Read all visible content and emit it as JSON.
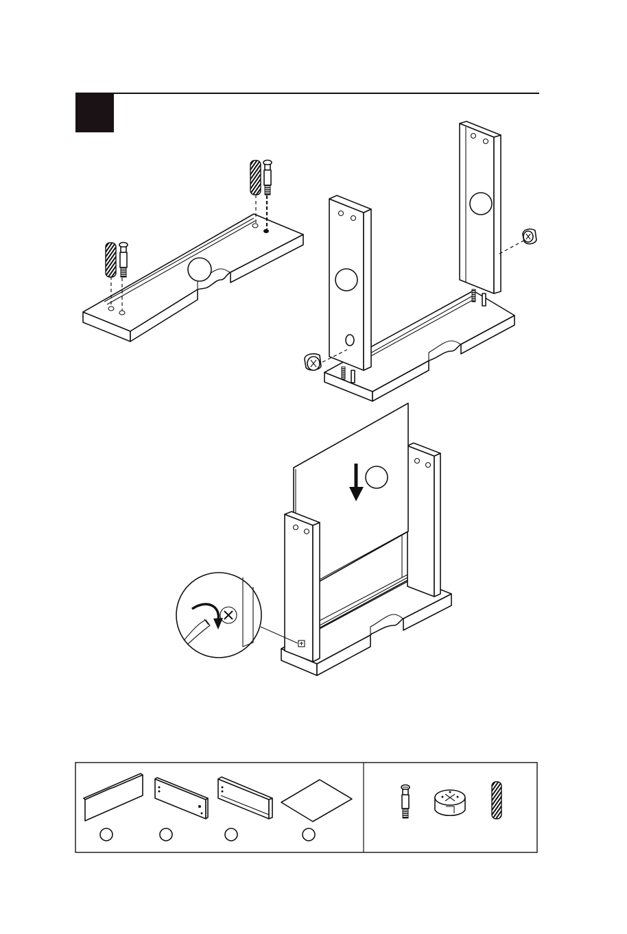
{
  "step": {
    "number": ""
  },
  "callouts": {
    "base_panel": "",
    "left_side": "",
    "right_side": "",
    "back_panel": ""
  },
  "parts_legend": {
    "panels": [
      {
        "name": "base-panel",
        "label": ""
      },
      {
        "name": "side-panel-left",
        "label": ""
      },
      {
        "name": "side-panel-right",
        "label": ""
      },
      {
        "name": "back-panel",
        "label": ""
      }
    ],
    "hardware": [
      {
        "name": "cam-bolt-icon"
      },
      {
        "name": "cam-lock-icon"
      },
      {
        "name": "wooden-dowel-icon"
      }
    ]
  },
  "colors": {
    "ink": "#111111",
    "paper": "#ffffff",
    "step_box": "#1a1214"
  }
}
